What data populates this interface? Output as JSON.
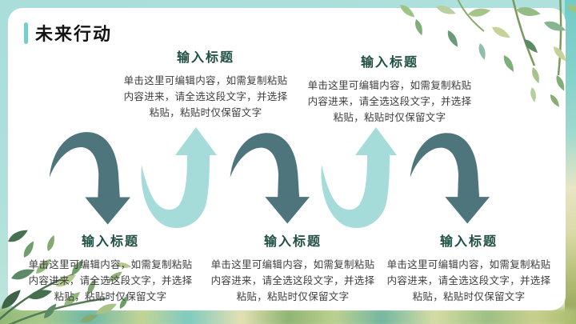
{
  "slide": {
    "title": "未来行动",
    "accent_color": "#79cdc9",
    "heading_color": "#1f4f44",
    "body_color": "#3d3d3d",
    "dark_arrow_color": "#4e757c",
    "light_arrow_color": "#a5dbd8",
    "card_color": "#ffffff",
    "background_color": "#a9dedb"
  },
  "top_items": [
    {
      "title": "输入标题",
      "body": "单击这里可编辑内容，如需复制粘贴内容进来，请全选这段文字，并选择粘贴，粘贴时仅保留文字"
    },
    {
      "title": "输入标题",
      "body": "单击这里可编辑内容，如需复制粘贴内容进来，请全选这段文字，并选择粘贴，粘贴时仅保留文字"
    }
  ],
  "bottom_items": [
    {
      "title": "输入标题",
      "body": "单击这里可编辑内容，如需复制粘贴内容进来，请全选这段文字，并选择粘贴，粘贴时仅保留文字"
    },
    {
      "title": "输入标题",
      "body": "单击这里可编辑内容，如需复制粘贴内容进来，请全选这段文字，并选择粘贴，粘贴时仅保留文字"
    },
    {
      "title": "输入标题",
      "body": "单击这里可编辑内容，如需复制粘贴内容进来，请全选这段文字，并选择粘贴，粘贴时仅保留文字"
    }
  ],
  "arrows": [
    {
      "direction": "down"
    },
    {
      "direction": "up"
    },
    {
      "direction": "down"
    },
    {
      "direction": "up"
    },
    {
      "direction": "down"
    }
  ]
}
